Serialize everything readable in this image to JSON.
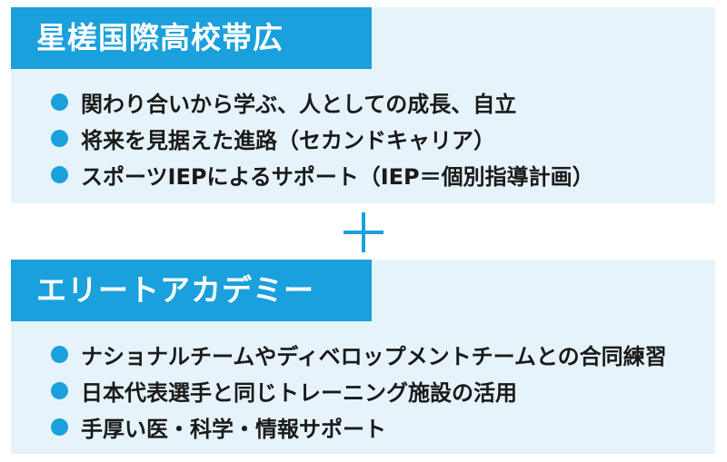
{
  "section1": {
    "title": "星槎国際高校帯広",
    "items": [
      "関わり合いから学ぶ、人としての成長、自立",
      "将来を見据えた進路（セカンドキャリア）",
      "スポーツIEPによるサポート（IEP＝個別指導計画）"
    ]
  },
  "section2": {
    "title": "エリートアカデミー",
    "items": [
      "ナショナルチームやディベロップメントチームとの合同練習",
      "日本代表選手と同じトレーニング施設の活用",
      "手厚い医・科学・情報サポート"
    ]
  },
  "colors": {
    "accent": "#1aa0dc",
    "panel_bg": "#e6f3fa"
  }
}
